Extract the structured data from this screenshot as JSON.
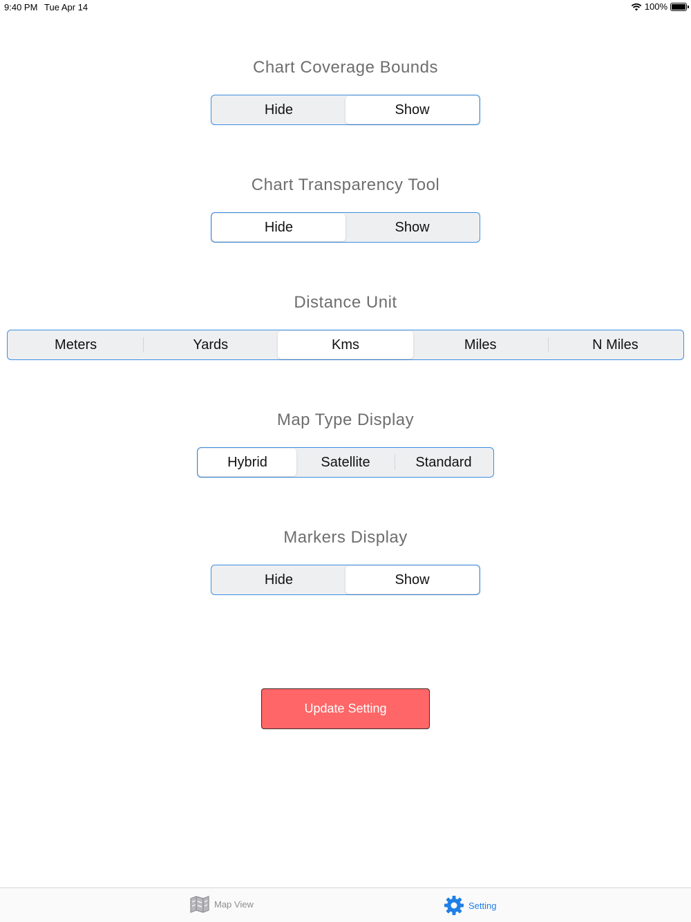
{
  "status_bar": {
    "time": "9:40 PM",
    "date": "Tue Apr 14",
    "battery": "100%"
  },
  "sections": {
    "coverage": {
      "title": "Chart Coverage Bounds",
      "options": [
        "Hide",
        "Show"
      ],
      "selected": "Show"
    },
    "transparency": {
      "title": "Chart Transparency Tool",
      "options": [
        "Hide",
        "Show"
      ],
      "selected": "Hide"
    },
    "distance": {
      "title": "Distance Unit",
      "options": [
        "Meters",
        "Yards",
        "Kms",
        "Miles",
        "N Miles"
      ],
      "selected": "Kms"
    },
    "map_type": {
      "title": "Map Type Display",
      "options": [
        "Hybrid",
        "Satellite",
        "Standard"
      ],
      "selected": "Hybrid"
    },
    "markers": {
      "title": "Markers Display",
      "options": [
        "Hide",
        "Show"
      ],
      "selected": "Show"
    }
  },
  "update_button": {
    "label": "Update Setting"
  },
  "tab_bar": {
    "tabs": [
      {
        "label": "Map View",
        "icon": "map-icon",
        "active": false
      },
      {
        "label": "Setting",
        "icon": "gear-icon",
        "active": true
      }
    ]
  },
  "colors": {
    "accent": "#3b8de0",
    "button": "#fe6667",
    "active_tab": "#1f7fe6",
    "inactive_tab": "#8e8e93"
  }
}
